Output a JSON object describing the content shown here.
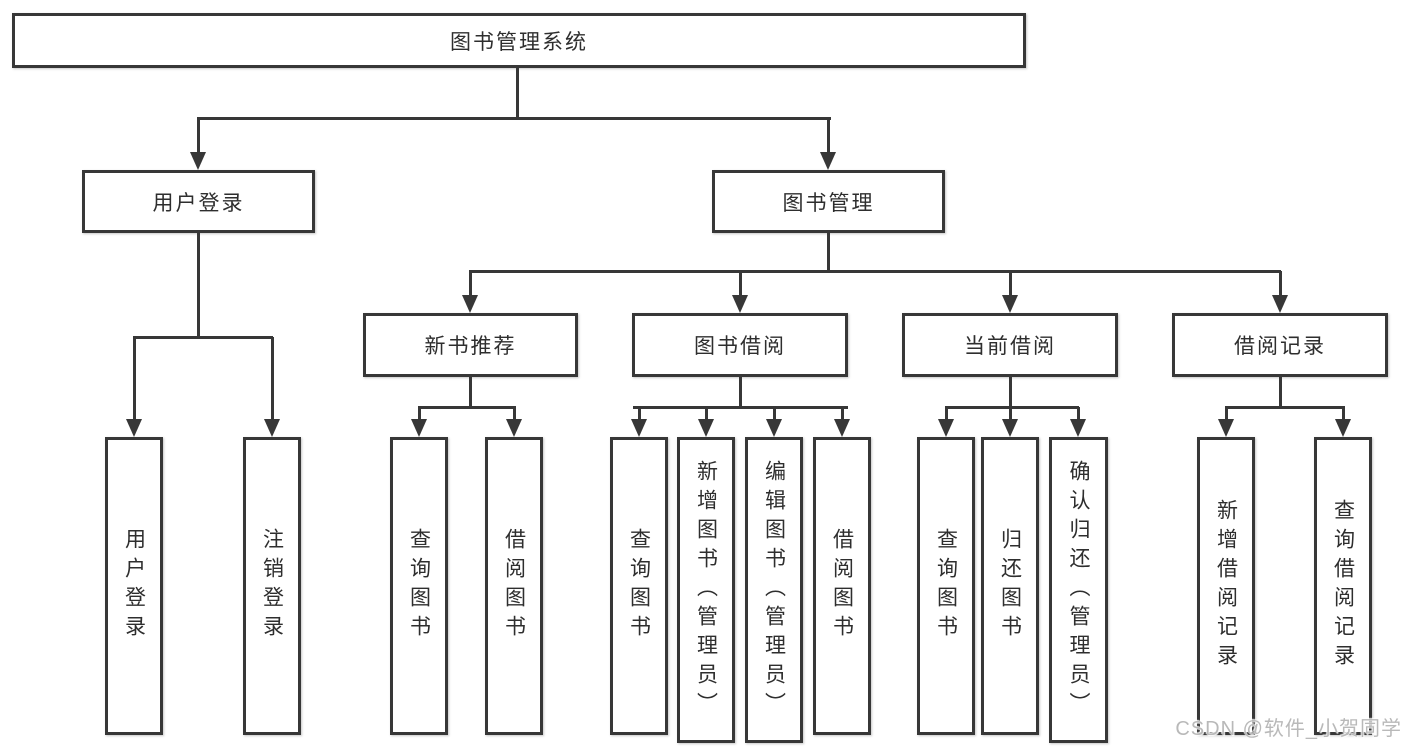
{
  "watermark": "CSDN @软件_小贺同学",
  "colors": {
    "background": "#ffffff",
    "line": "#373737",
    "text": "#2e2e2e",
    "watermark_text": "#b9b9b9"
  },
  "nodes": {
    "root": {
      "label": "图书管理系统"
    },
    "branches": [
      {
        "label": "用户登录",
        "children": [
          {
            "label": "用户登录"
          },
          {
            "label": "注销登录"
          }
        ]
      },
      {
        "label": "图书管理",
        "children": [
          {
            "label": "新书推荐",
            "children": [
              {
                "label": "查询图书"
              },
              {
                "label": "借阅图书"
              }
            ]
          },
          {
            "label": "图书借阅",
            "children": [
              {
                "label": "查询图书"
              },
              {
                "label": "新增图书（管理员）"
              },
              {
                "label": "编辑图书（管理员）"
              },
              {
                "label": "借阅图书"
              }
            ]
          },
          {
            "label": "当前借阅",
            "children": [
              {
                "label": "查询图书"
              },
              {
                "label": "归还图书"
              },
              {
                "label": "确认归还（管理员）"
              }
            ]
          },
          {
            "label": "借阅记录",
            "children": [
              {
                "label": "新增借阅记录"
              },
              {
                "label": "查询借阅记录"
              }
            ]
          }
        ]
      }
    ]
  }
}
